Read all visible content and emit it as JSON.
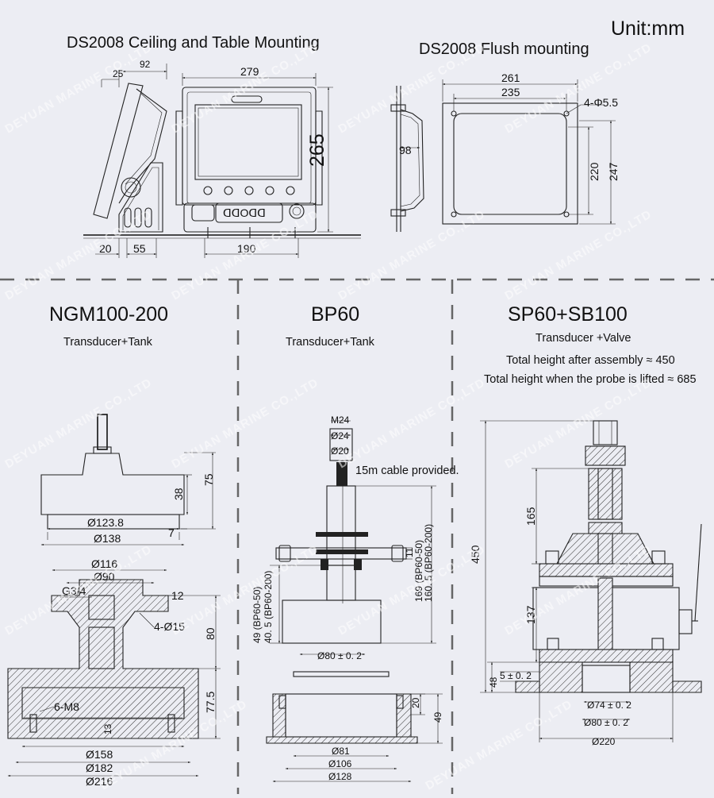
{
  "unit": "Unit:mm",
  "watermark": "DEYUAN MARINE CO.,LTD",
  "top": {
    "ceiling_title": "DS2008 Ceiling and Table Mounting",
    "flush_title": "DS2008 Flush mounting",
    "dims": {
      "d25": "25",
      "d92": "92",
      "d279": "279",
      "d265": "265",
      "d20": "20",
      "d55": "55",
      "d190": "190",
      "d98": "98",
      "d261": "261",
      "d235": "235",
      "holes": "4-Φ5.5",
      "d220": "220",
      "d247": "247"
    }
  },
  "ngm": {
    "title": "NGM100-200",
    "subtitle": "Transducer+Tank",
    "dims": {
      "d75": "75",
      "d38": "38",
      "d7": "7",
      "d123": "Ø123.8",
      "d138": "Ø138",
      "d116": "Ø116",
      "d90": "Ø90",
      "g34": "G3/4",
      "d12": "12",
      "holes": "4-Ø15",
      "d80": "80",
      "d775": "77.5",
      "m8": "6-M8",
      "d13": "13",
      "d158": "Ø158",
      "d182": "Ø182",
      "d216": "Ø216"
    }
  },
  "bp": {
    "title": "BP60",
    "subtitle": "Transducer+Tank",
    "cable_note": "15m cable provided.",
    "dims": {
      "m24": "M24",
      "d24": "Ø24",
      "d20": "Ø20",
      "d11": "11",
      "h169": "169 (BP60-50)",
      "h160": "160. 5 (BP60-200)",
      "h49": "49 (BP60-50)",
      "h405": "40. 5 (BP60-200)",
      "d80": "Ø80 ± 0. 2",
      "t20": "20",
      "t49": "49",
      "d81": "Ø81",
      "d106": "Ø106",
      "d128": "Ø128"
    }
  },
  "sp": {
    "title": "SP60+SB100",
    "subtitle": "Transducer +Valve",
    "note1": "Total height after assembly ≈ 450",
    "note2": "Total height when the probe is lifted ≈ 685",
    "dims": {
      "d165": "165",
      "d450": "450",
      "d137": "137",
      "d48": "48",
      "d5": "5 ± 0. 2",
      "d74": "Ø74 ± 0. 2",
      "d80": "Ø80 ± 0. 2",
      "d220": "Ø220"
    }
  }
}
